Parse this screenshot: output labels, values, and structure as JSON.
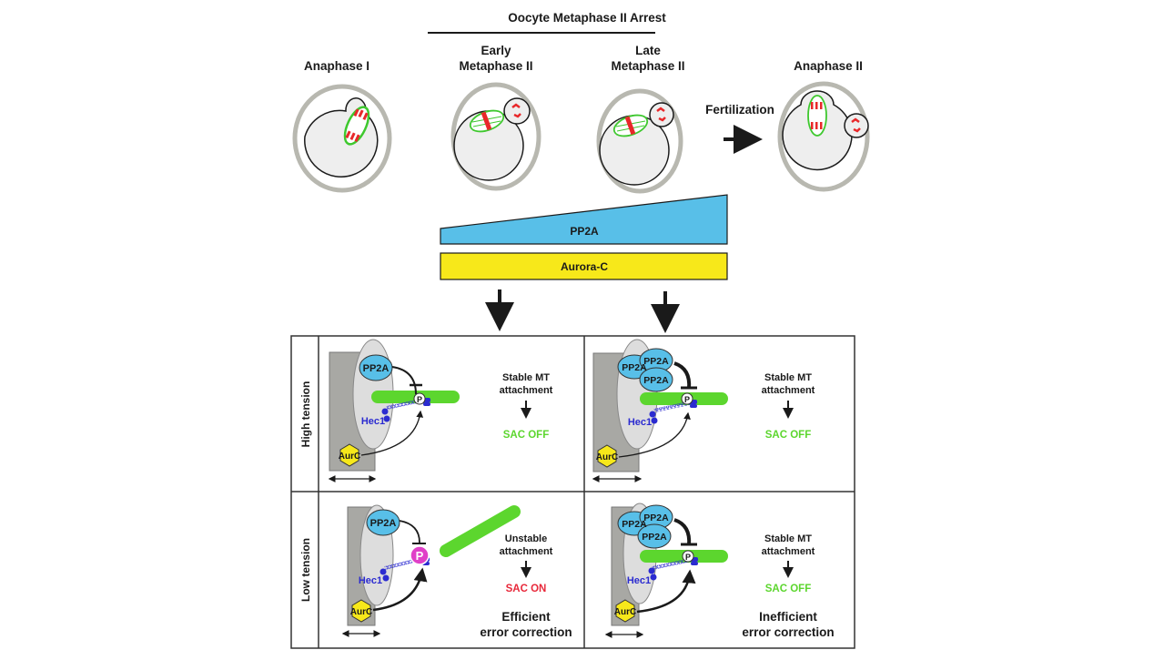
{
  "header": {
    "arrest_title": "Oocyte Metaphase II Arrest"
  },
  "stages": [
    {
      "line1": "",
      "line2": "Anaphase I"
    },
    {
      "line1": "Early",
      "line2": "Metaphase II"
    },
    {
      "line1": "Late",
      "line2": "Metaphase II"
    },
    {
      "line1": "",
      "line2": "Anaphase II"
    }
  ],
  "fertilization_label": "Fertilization",
  "gradients": {
    "pp2a_label": "PP2A",
    "aurora_label": "Aurora-C"
  },
  "rows": {
    "high": "High tension",
    "low": "Low tension"
  },
  "panels": {
    "high_early": {
      "pp2a": "PP2A",
      "p": "P",
      "hec1": "Hec1",
      "aurc": "AurC",
      "status1": "Stable MT",
      "status2": "attachment",
      "sac": "SAC OFF"
    },
    "high_late": {
      "pp2a": [
        "PP2A",
        "PP2A",
        "PP2A"
      ],
      "p": "P",
      "hec1": "Hec1",
      "aurc": "AurC",
      "status1": "Stable MT",
      "status2": "attachment",
      "sac": "SAC OFF"
    },
    "low_early": {
      "pp2a": "PP2A",
      "p": "P",
      "hec1": "Hec1",
      "aurc": "AurC",
      "status1": "Unstable",
      "status2": "attachment",
      "sac": "SAC ON",
      "outcome1": "Efficient",
      "outcome2": "error correction"
    },
    "low_late": {
      "pp2a": [
        "PP2A",
        "PP2A",
        "PP2A"
      ],
      "p": "P",
      "hec1": "Hec1",
      "aurc": "AurC",
      "status1": "Stable MT",
      "status2": "attachment",
      "sac": "SAC OFF",
      "outcome1": "Inefficient",
      "outcome2": "error correction"
    }
  },
  "colors": {
    "pp2a": "#58bfe8",
    "aurora": "#f7e81a",
    "microtubule": "#5cd62e",
    "chromosome": "#e8282a",
    "hec1": "#2b2bd0",
    "sac_off": "#5cd62e",
    "sac_on": "#e8283a",
    "phospho_active": "#e040c8"
  }
}
